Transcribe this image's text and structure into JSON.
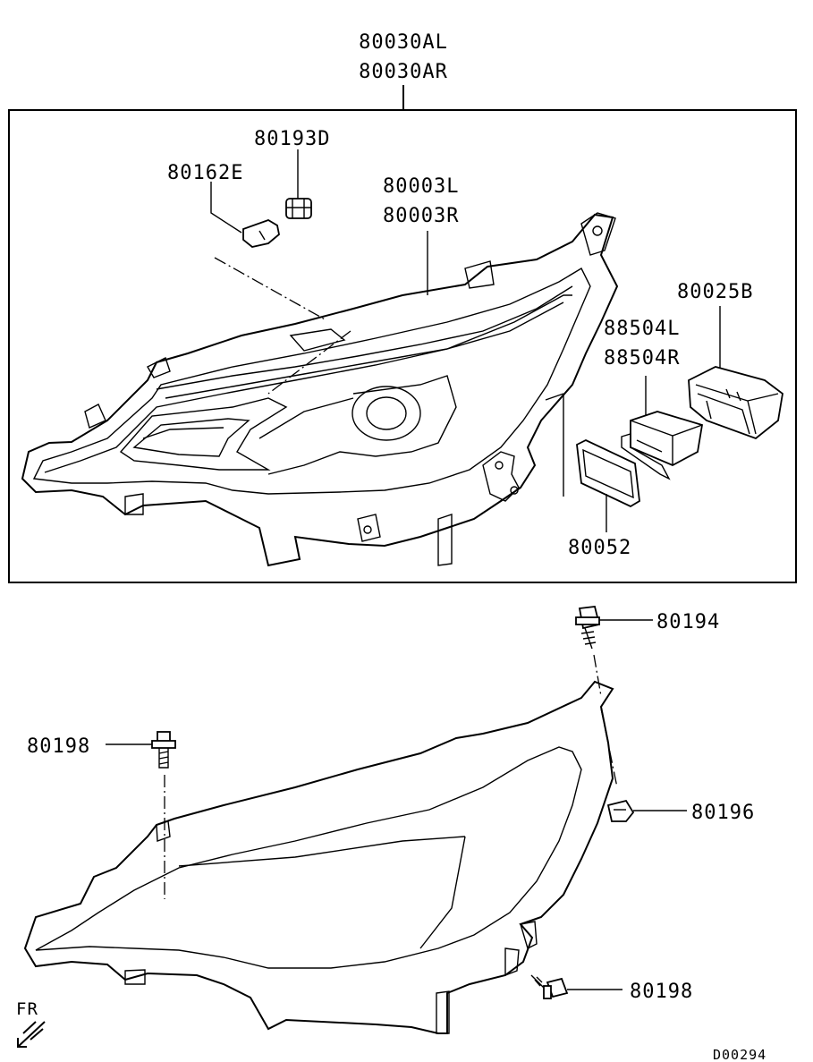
{
  "labels": {
    "assembly_left": "80030AL",
    "assembly_right": "80030AR",
    "bulb_socket": "80193D",
    "bulb": "80162E",
    "lamp_unit_left": "80003L",
    "lamp_unit_right": "80003R",
    "connector": "80025B",
    "module_left": "88504L",
    "module_right": "88504R",
    "gasket": "80052",
    "bolt_top": "80194",
    "bolt_left": "80198",
    "clip_nut": "80196",
    "bolt_bottom": "80198"
  },
  "front_indicator": "FR",
  "diagram_code": "D00294",
  "colors": {
    "line": "#000000",
    "background": "#ffffff"
  }
}
